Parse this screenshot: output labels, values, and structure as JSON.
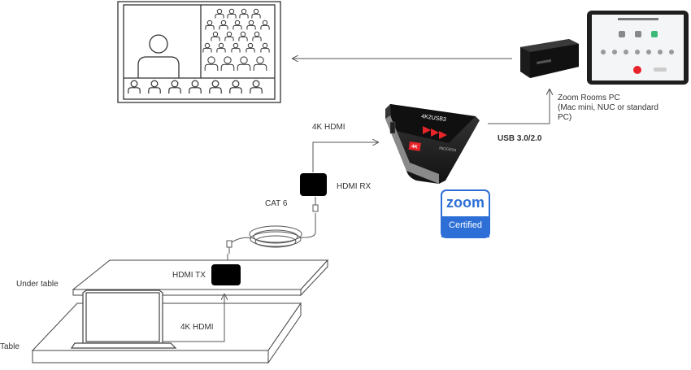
{
  "labels": {
    "zoom_pc_title": "Zoom Rooms PC",
    "zoom_pc_subtitle": "(Mac mini, NUC or standard PC)",
    "usb": "USB 3.0/2.0",
    "hdmi_4k_top": "4K HDMI",
    "hdmi_rx": "HDMI RX",
    "cat6": "CAT 6",
    "hdmi_tx": "HDMI TX",
    "under_table": "Under table",
    "hdmi_4k_bottom": "4K HDMI",
    "table": "Table"
  },
  "device": {
    "name": "4K2USB3",
    "badge": "4K",
    "brand": "INOGENI"
  },
  "badge": {
    "logo_text": "zoom",
    "caption": "Certified",
    "color": "#2d6fd6"
  },
  "colors": {
    "line": "#555555",
    "device_red": "#e8242b",
    "accent_green": "#3cb878"
  }
}
